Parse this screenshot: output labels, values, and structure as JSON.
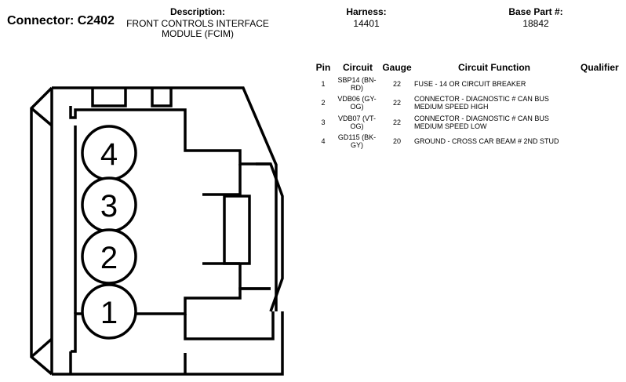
{
  "header": {
    "connector_label": "Connector:",
    "connector_id": "C2402",
    "description_label": "Description:",
    "description_value": "FRONT CONTROLS INTERFACE MODULE (FCIM)",
    "harness_label": "Harness:",
    "harness_value": "14401",
    "base_part_label": "Base Part #:",
    "base_part_value": "18842"
  },
  "table": {
    "columns": {
      "pin": "Pin",
      "circuit": "Circuit",
      "gauge": "Gauge",
      "function": "Circuit Function",
      "qualifier": "Qualifier"
    },
    "rows": [
      {
        "pin": "1",
        "circuit": "SBP14 (BN-RD)",
        "gauge": "22",
        "function": "FUSE - 14 OR CIRCUIT BREAKER",
        "qualifier": ""
      },
      {
        "pin": "2",
        "circuit": "VDB06 (GY-OG)",
        "gauge": "22",
        "function": "CONNECTOR - DIAGNOSTIC # CAN BUS MEDIUM SPEED HIGH",
        "qualifier": ""
      },
      {
        "pin": "3",
        "circuit": "VDB07 (VT-OG)",
        "gauge": "22",
        "function": "CONNECTOR - DIAGNOSTIC # CAN BUS MEDIUM SPEED LOW",
        "qualifier": ""
      },
      {
        "pin": "4",
        "circuit": "GD115 (BK-GY)",
        "gauge": "20",
        "function": "GROUND - CROSS CAR BEAM # 2ND STUD",
        "qualifier": ""
      }
    ]
  },
  "diagram": {
    "pins": [
      "4",
      "3",
      "2",
      "1"
    ]
  }
}
